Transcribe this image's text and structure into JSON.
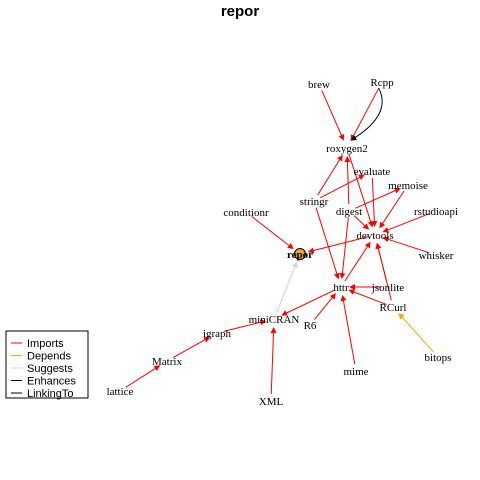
{
  "title": "repor",
  "focal_node": "repor",
  "nodes": [
    {
      "id": "repor",
      "label": "repor",
      "focal": true
    },
    {
      "id": "brew",
      "label": "brew"
    },
    {
      "id": "Rcpp",
      "label": "Rcpp"
    },
    {
      "id": "roxygen2",
      "label": "roxygen2"
    },
    {
      "id": "evaluate",
      "label": "evaluate"
    },
    {
      "id": "memoise",
      "label": "memoise"
    },
    {
      "id": "stringr",
      "label": "stringr"
    },
    {
      "id": "digest",
      "label": "digest"
    },
    {
      "id": "rstudioapi",
      "label": "rstudioapi"
    },
    {
      "id": "conditionr",
      "label": "conditionr"
    },
    {
      "id": "devtools",
      "label": "devtools"
    },
    {
      "id": "whisker",
      "label": "whisker"
    },
    {
      "id": "httr",
      "label": "httr"
    },
    {
      "id": "jsonlite",
      "label": "jsonlite"
    },
    {
      "id": "miniCRAN",
      "label": "miniCRAN"
    },
    {
      "id": "R6",
      "label": "R6"
    },
    {
      "id": "RCurl",
      "label": "RCurl"
    },
    {
      "id": "igraph",
      "label": "igraph"
    },
    {
      "id": "Matrix",
      "label": "Matrix"
    },
    {
      "id": "lattice",
      "label": "lattice"
    },
    {
      "id": "mime",
      "label": "mime"
    },
    {
      "id": "bitops",
      "label": "bitops"
    },
    {
      "id": "XML",
      "label": "XML"
    }
  ],
  "edges": [
    {
      "from": "brew",
      "to": "roxygen2",
      "type": "Imports"
    },
    {
      "from": "Rcpp",
      "to": "roxygen2",
      "type": "Imports"
    },
    {
      "from": "Rcpp",
      "to": "roxygen2",
      "type": "LinkingTo"
    },
    {
      "from": "digest",
      "to": "roxygen2",
      "type": "Imports"
    },
    {
      "from": "stringr",
      "to": "roxygen2",
      "type": "Imports"
    },
    {
      "from": "roxygen2",
      "to": "devtools",
      "type": "Imports"
    },
    {
      "from": "evaluate",
      "to": "devtools",
      "type": "Imports"
    },
    {
      "from": "memoise",
      "to": "devtools",
      "type": "Imports"
    },
    {
      "from": "digest",
      "to": "devtools",
      "type": "Imports"
    },
    {
      "from": "rstudioapi",
      "to": "devtools",
      "type": "Imports"
    },
    {
      "from": "whisker",
      "to": "devtools",
      "type": "Imports"
    },
    {
      "from": "jsonlite",
      "to": "devtools",
      "type": "Imports"
    },
    {
      "from": "httr",
      "to": "devtools",
      "type": "Imports"
    },
    {
      "from": "RCurl",
      "to": "devtools",
      "type": "Imports"
    },
    {
      "from": "digest",
      "to": "memoise",
      "type": "Imports"
    },
    {
      "from": "stringr",
      "to": "evaluate",
      "type": "Imports"
    },
    {
      "from": "conditionr",
      "to": "repor",
      "type": "Imports"
    },
    {
      "from": "devtools",
      "to": "repor",
      "type": "Imports"
    },
    {
      "from": "miniCRAN",
      "to": "repor",
      "type": "Suggests"
    },
    {
      "from": "digest",
      "to": "httr",
      "type": "Imports"
    },
    {
      "from": "stringr",
      "to": "httr",
      "type": "Imports"
    },
    {
      "from": "jsonlite",
      "to": "httr",
      "type": "Imports"
    },
    {
      "from": "mime",
      "to": "httr",
      "type": "Imports"
    },
    {
      "from": "R6",
      "to": "httr",
      "type": "Imports"
    },
    {
      "from": "RCurl",
      "to": "httr",
      "type": "Imports"
    },
    {
      "from": "httr",
      "to": "miniCRAN",
      "type": "Imports"
    },
    {
      "from": "XML",
      "to": "miniCRAN",
      "type": "Imports"
    },
    {
      "from": "igraph",
      "to": "miniCRAN",
      "type": "Imports"
    },
    {
      "from": "Matrix",
      "to": "igraph",
      "type": "Imports"
    },
    {
      "from": "lattice",
      "to": "Matrix",
      "type": "Imports"
    },
    {
      "from": "bitops",
      "to": "RCurl",
      "type": "Depends"
    }
  ],
  "legend": {
    "position": "bottom-left",
    "items": [
      {
        "label": "Imports",
        "color": "#ff0000"
      },
      {
        "label": "Depends",
        "color": "#ffa500"
      },
      {
        "label": "Suggests",
        "color": "#d3d3d3"
      },
      {
        "label": "Enhances",
        "color": "#000000"
      },
      {
        "label": "LinkingTo",
        "color": "#000000"
      }
    ]
  },
  "colors": {
    "Imports": "#ff0000",
    "Depends": "#ffa500",
    "Suggests": "#d3d3d3",
    "Enhances": "#000000",
    "LinkingTo": "#000000",
    "focal_fill": "#f5a623"
  }
}
